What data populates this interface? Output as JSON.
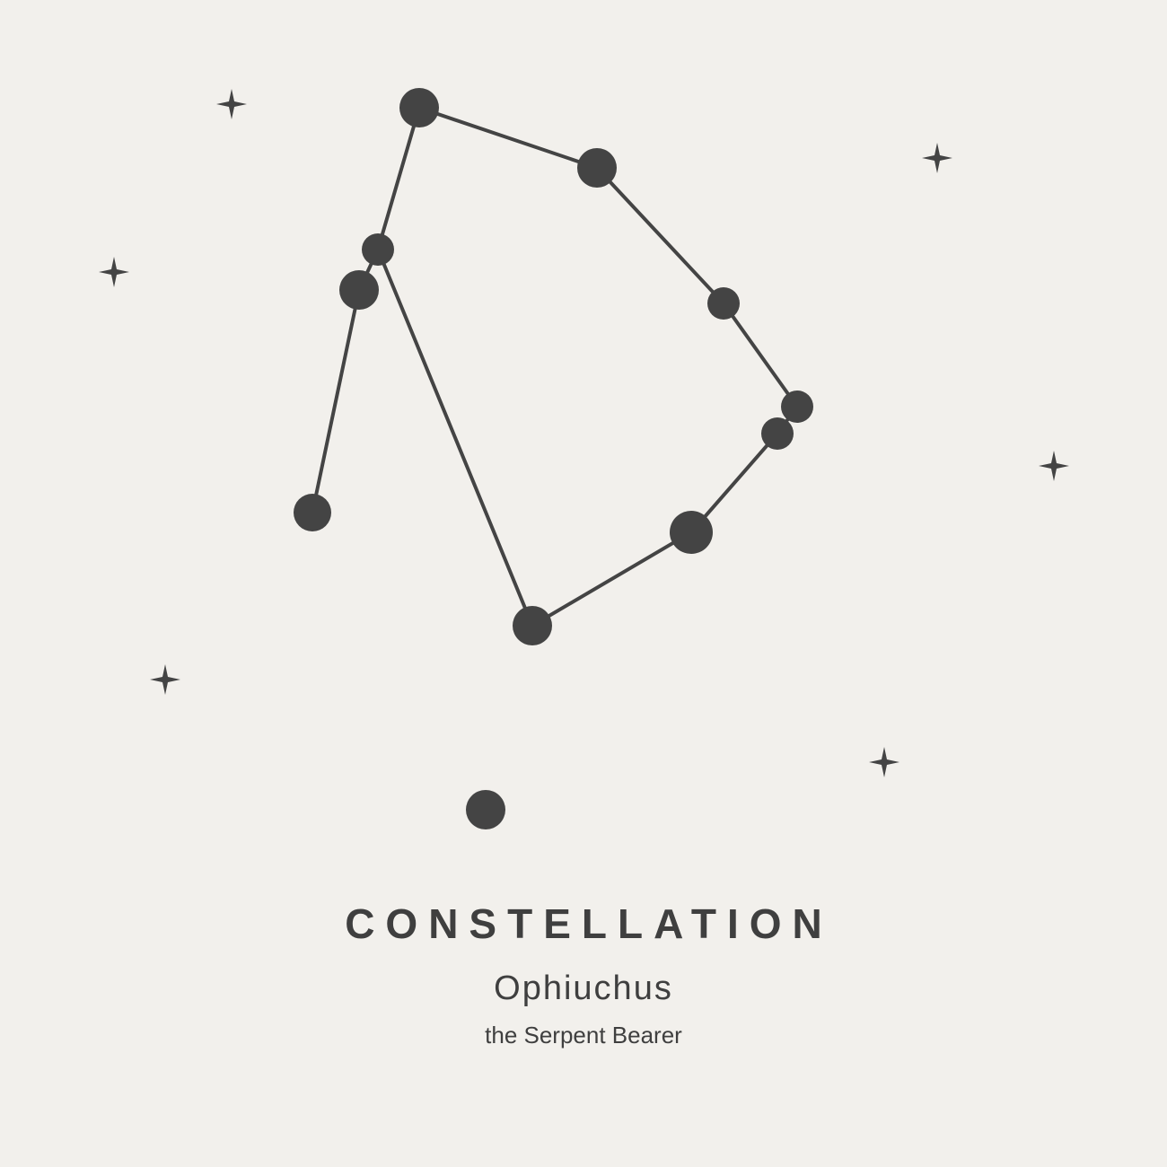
{
  "heading": "CONSTELLATION",
  "name": "Ophiuchus",
  "subtitle": "the Serpent Bearer",
  "colors": {
    "background": "#f2f0ec",
    "ink": "#3f3f3f",
    "star_fill": "#444444"
  },
  "icons": {
    "sparkle": "four-point-star-icon",
    "star": "filled-circle-star-icon"
  }
}
